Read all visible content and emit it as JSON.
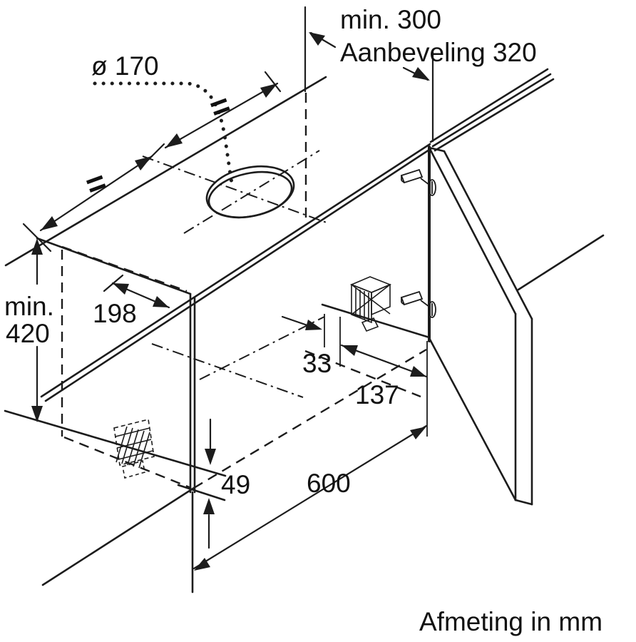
{
  "diagram": {
    "caption": "Afmeting in mm",
    "labels": {
      "hole_diameter": "ø 170",
      "clearance_min": "min. 300",
      "clearance_recommended": "Aanbeveling 320",
      "niche_height_min_word": "min.",
      "niche_height_min_value": "420",
      "depth_198": "198",
      "offset_33": "33",
      "offset_137": "137",
      "offset_49": "49",
      "niche_width_600": "600",
      "equal_left": "=",
      "equal_right": "="
    },
    "colors": {
      "line": "#1c1c1c",
      "background": "#ffffff"
    }
  }
}
